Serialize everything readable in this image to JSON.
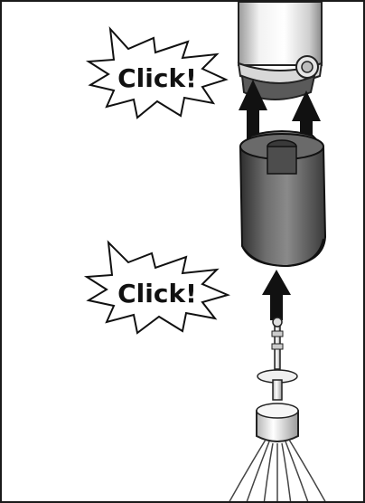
{
  "illustration": {
    "callouts": [
      {
        "text": "Click!"
      },
      {
        "text": "Click!"
      }
    ],
    "parts": [
      "motor-unit",
      "whisk-gearbox",
      "whisk"
    ],
    "arrow_direction": "up"
  }
}
